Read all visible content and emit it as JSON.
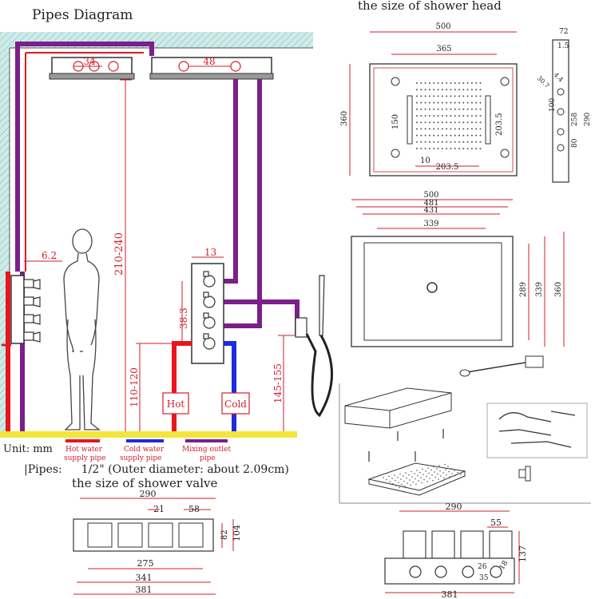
{
  "titles": {
    "pipes_diagram": "Pipes Diagram",
    "shower_head": "the size of shower head",
    "shower_valve": "the size of shower valve"
  },
  "legend": {
    "unit": "Unit: mm",
    "hot": "Hot water supply pipe",
    "cold": "Cold water supply pipe",
    "mixing": "Mixing outlet pipe",
    "pipes_label": "Pipes:",
    "pipes_value": "1/2\" (Outer diameter: about 2.09cm)"
  },
  "valve_labels": {
    "hot": "Hot",
    "cold": "Cold"
  },
  "pipes_dims": {
    "ceiling_small": "34",
    "ceiling_large": "48",
    "height_head": "210-240",
    "wall_panel": "6.2",
    "valve_width": "13",
    "valve_height": "38.3",
    "valve_floor": "110-120",
    "hand_floor": "145-155"
  },
  "head_top_dims": {
    "outer_w": "500",
    "inner_w": "365",
    "h": "360",
    "inner_h": "203.5",
    "slot": "150",
    "bottom_w": "203.5",
    "offset": "10",
    "side_72": "72",
    "side_1_5": "1.5",
    "side_30_7": "30.7",
    "side_4_4": "4.4",
    "side_100": "100",
    "side_258": "258",
    "side_290": "290",
    "side_80": "80"
  },
  "head_back_dims": {
    "w500": "500",
    "w481": "481",
    "w431": "431",
    "w339": "339",
    "h289": "289",
    "h339": "339",
    "h360": "360"
  },
  "valve_top_dims": {
    "w290": "290",
    "w21": "21",
    "w58": "58",
    "h82": "82",
    "h104": "104",
    "w275": "275",
    "w341": "341",
    "w381": "381"
  },
  "valve_side_dims": {
    "w290": "290",
    "w55": "55",
    "h137": "137",
    "d26": "26",
    "d35": "35",
    "d18": "18",
    "w381": "381"
  },
  "colors": {
    "hot": "#e8151c",
    "cold": "#1d2ce0",
    "mix": "#7b1f8a",
    "dim": "#d21e2b",
    "floor": "#f2e63a",
    "wall": "#cdebe9"
  }
}
